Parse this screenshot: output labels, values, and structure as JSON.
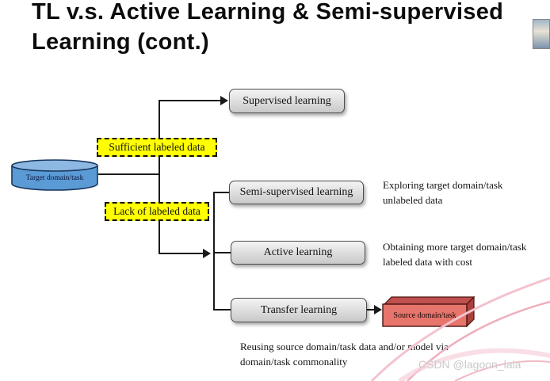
{
  "title": "TL v.s. Active Learning & Semi-supervised Learning (cont.)",
  "diagram": {
    "target_node": {
      "label": "Target domain/task",
      "color": "#5b9bd5"
    },
    "conditions": [
      {
        "label": "Sufficient labeled data",
        "color": "#ffff00"
      },
      {
        "label": "Lack of labeled data",
        "color": "#ffff00"
      }
    ],
    "methods": [
      {
        "label": "Supervised learning"
      },
      {
        "label": "Semi-supervised learning"
      },
      {
        "label": "Active learning"
      },
      {
        "label": "Transfer learning"
      }
    ],
    "source_node": {
      "label": "Source domain/task",
      "color": "#e8756b"
    },
    "annotations": [
      "Exploring target domain/task unlabeled data",
      "Obtaining more target domain/task labeled data with cost",
      "Reusing source domain/task data and/or model via domain/task commonality"
    ],
    "box_fill": "#dcdcdc"
  },
  "watermark": "CSDN @lagoon_lala"
}
